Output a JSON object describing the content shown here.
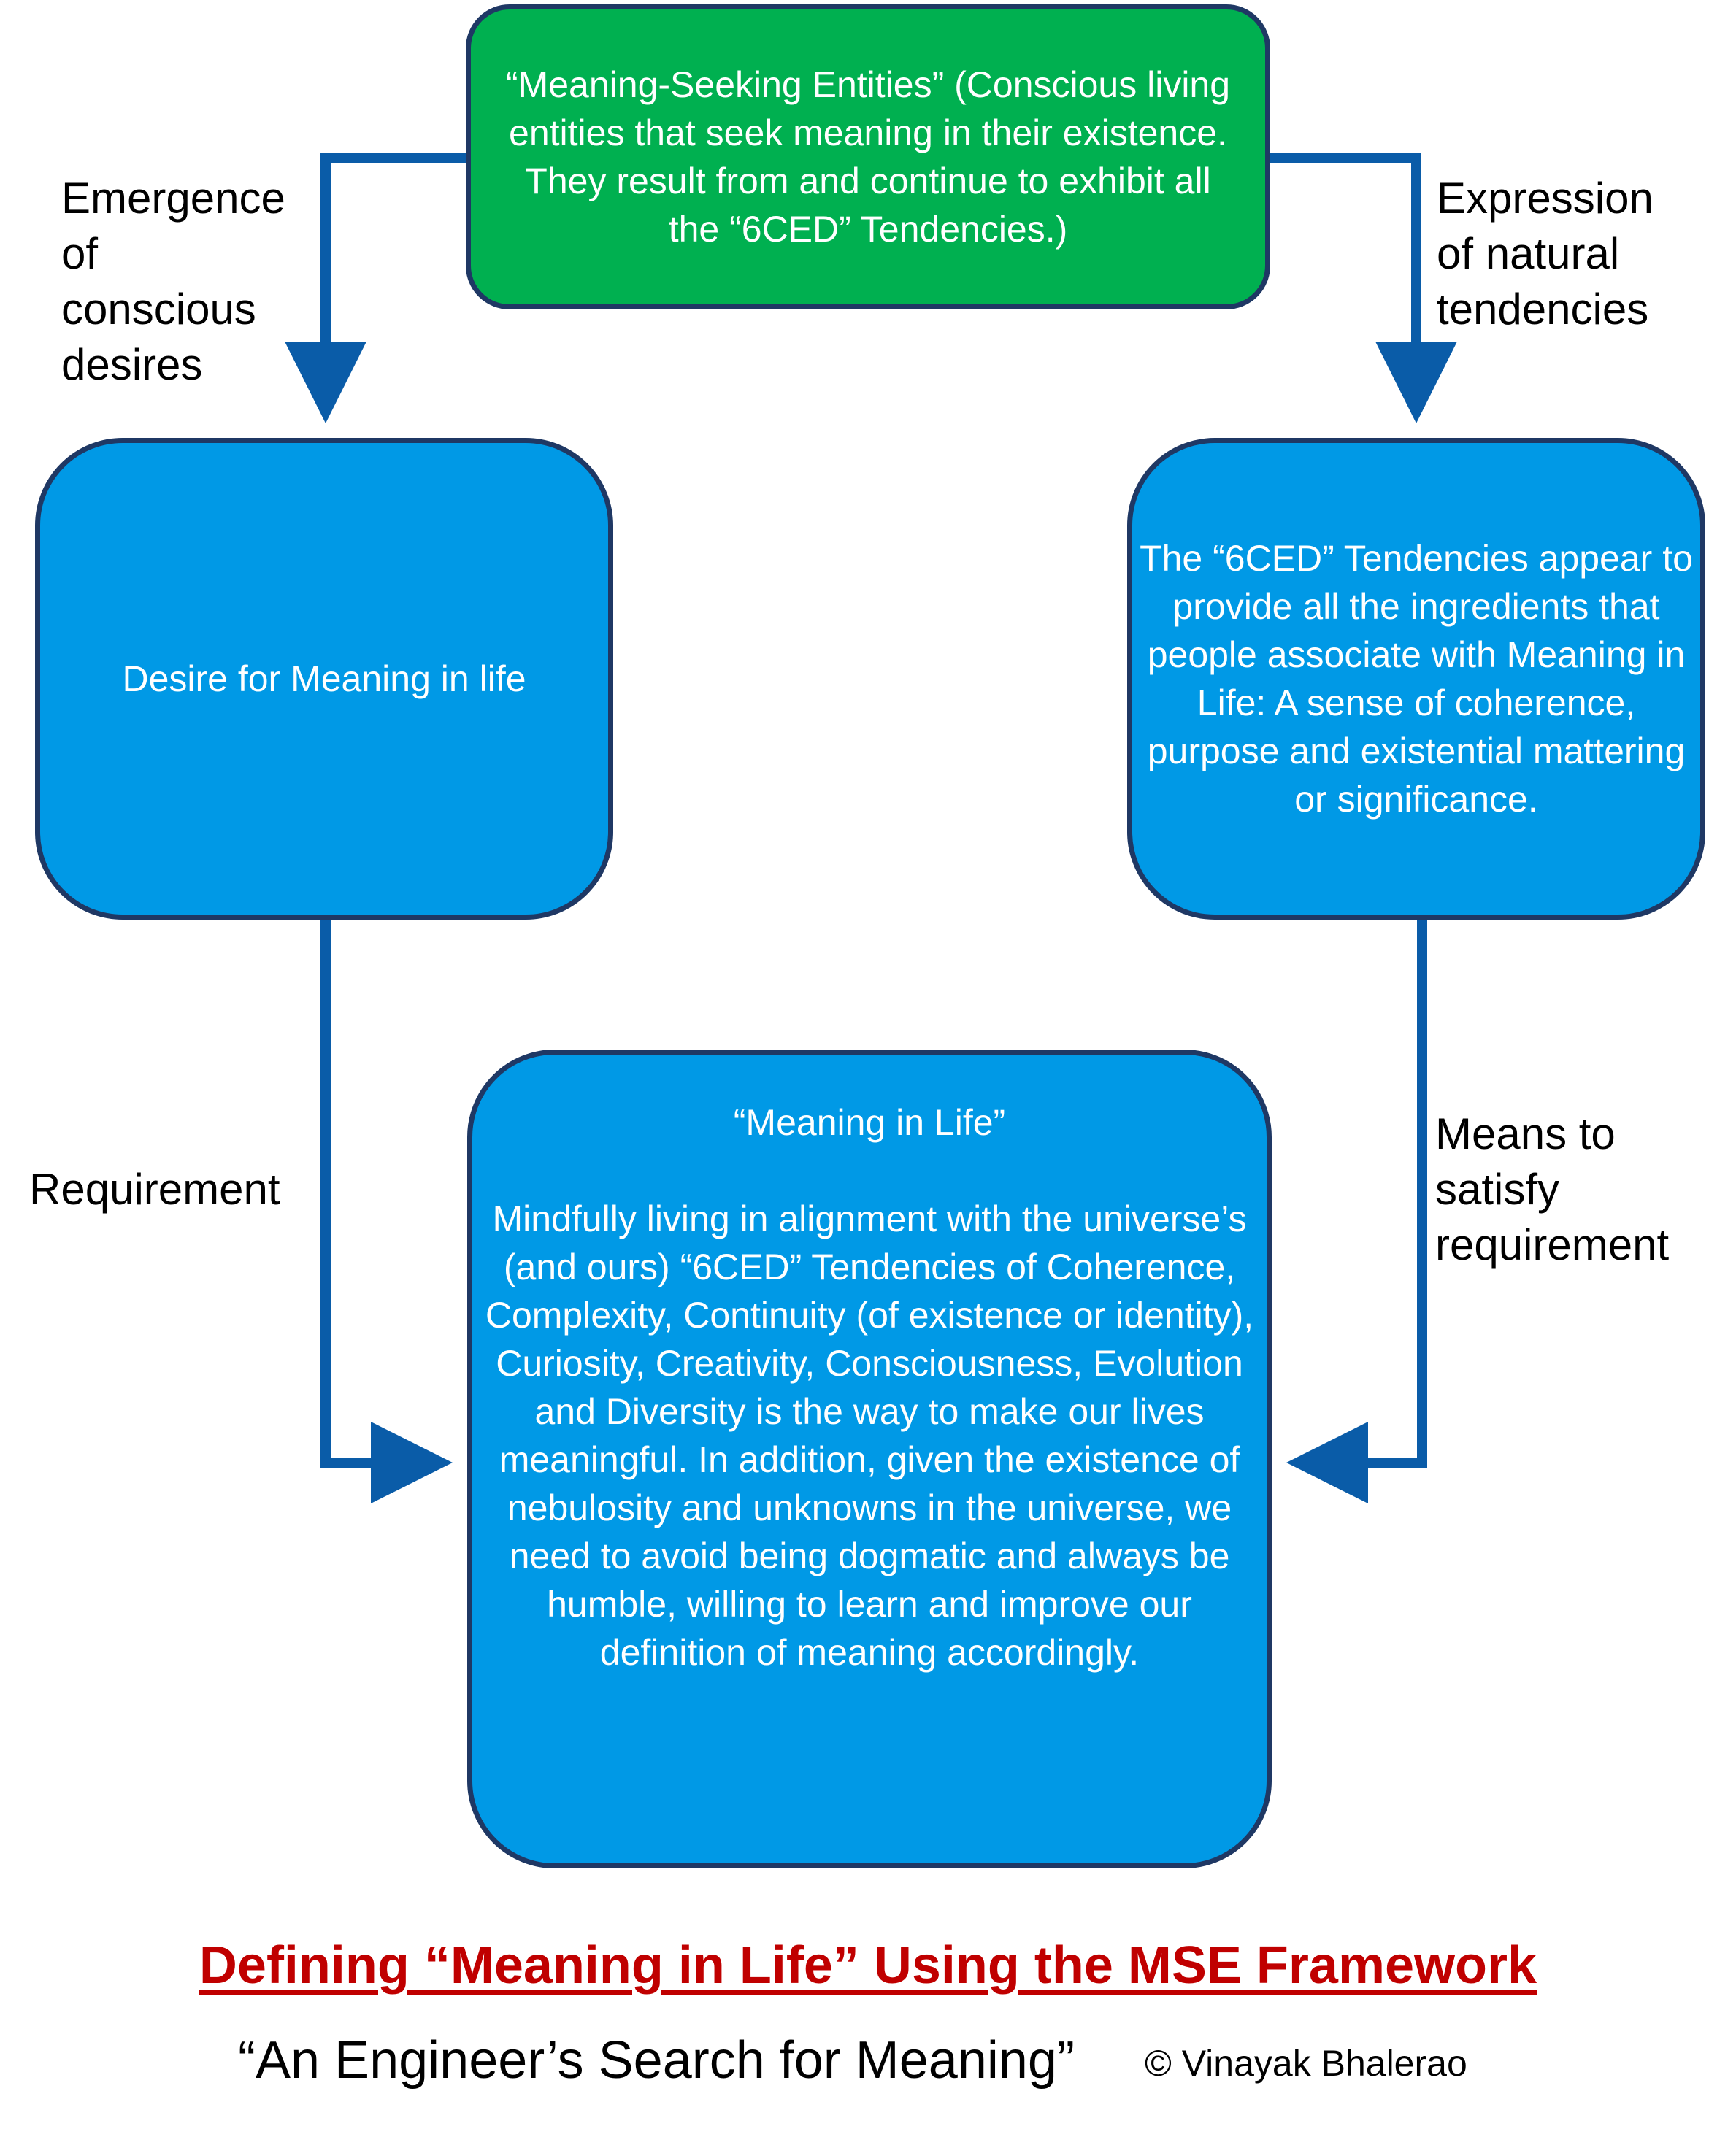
{
  "diagram": {
    "nodes": {
      "top": "“Meaning-Seeking Entities” (Conscious living entities that seek meaning in their existence. They result from and continue to exhibit all the “6CED” Tendencies.)",
      "left": "Desire for Meaning in life",
      "right": "The “6CED” Tendencies appear to provide all the ingredients that people associate with Meaning in Life: A sense of coherence, purpose and existential mattering or significance.",
      "bottom": "“Meaning in Life”\n\nMindfully living in alignment with the universe’s (and ours) “6CED” Tendencies of Coherence, Complexity, Continuity (of existence or identity), Curiosity, Creativity, Consciousness, Evolution and Diversity is the way to make our lives meaningful. In addition, given the existence of nebulosity and unknowns in the universe, we need to avoid being dogmatic and always be humble, willing to learn and improve our definition of meaning accordingly."
    },
    "edges": [
      {
        "from": "top",
        "to": "left",
        "label": "Emergence\nof\nconscious\ndesires"
      },
      {
        "from": "top",
        "to": "right",
        "label": "Expression\nof natural\ntendencies"
      },
      {
        "from": "left",
        "to": "bottom",
        "label": "Requirement"
      },
      {
        "from": "right",
        "to": "bottom",
        "label": "Means to\nsatisfy\nrequirement"
      }
    ]
  },
  "footer": {
    "title": "Defining “Meaning in Life” Using the MSE Framework",
    "subtitle": "“An Engineer’s Search for Meaning”",
    "copyright": "© Vinayak Bhalerao"
  },
  "colors": {
    "green_box": "#00b050",
    "blue_box": "#0099e6",
    "border": "#1f3864",
    "connector": "#0a5ca8",
    "title": "#c00000"
  }
}
